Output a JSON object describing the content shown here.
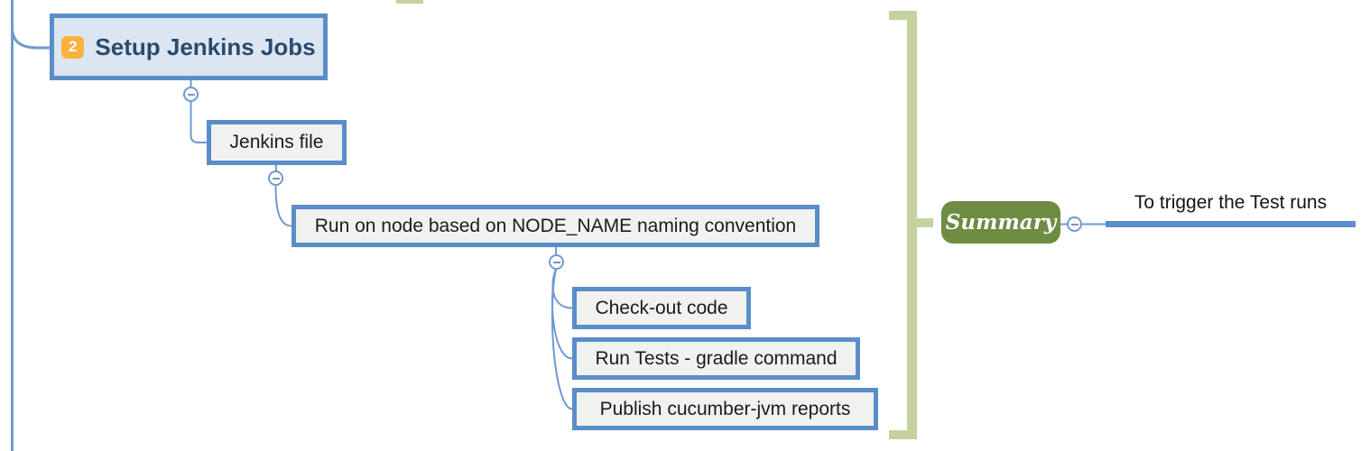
{
  "diagram": {
    "branch": {
      "main_topic": {
        "badge": "2",
        "label": "Setup Jenkins Jobs"
      },
      "subtopic": {
        "label": "Jenkins file"
      },
      "detail_topic": {
        "label": "Run on node based on NODE_NAME naming convention"
      },
      "steps": [
        {
          "label": "Check-out code"
        },
        {
          "label": "Run Tests - gradle command"
        },
        {
          "label": "Publish cucumber-jvm reports"
        }
      ]
    },
    "summary": {
      "label": "Summary",
      "topic": {
        "label": "To trigger the Test runs"
      }
    },
    "colors": {
      "node_border_blue": "#5b8dc9",
      "connector_blue": "#6f9ad0",
      "node_fill_gray": "#f1f1f0",
      "main_topic_fill": "#dce6f1",
      "main_topic_text": "#2b4a6f",
      "badge_orange": "#f9b23d",
      "summary_bracket_green": "#c4d39e",
      "summary_pill_green": "#6e8c42",
      "line_topic_underline": "#5b8dc9"
    }
  }
}
